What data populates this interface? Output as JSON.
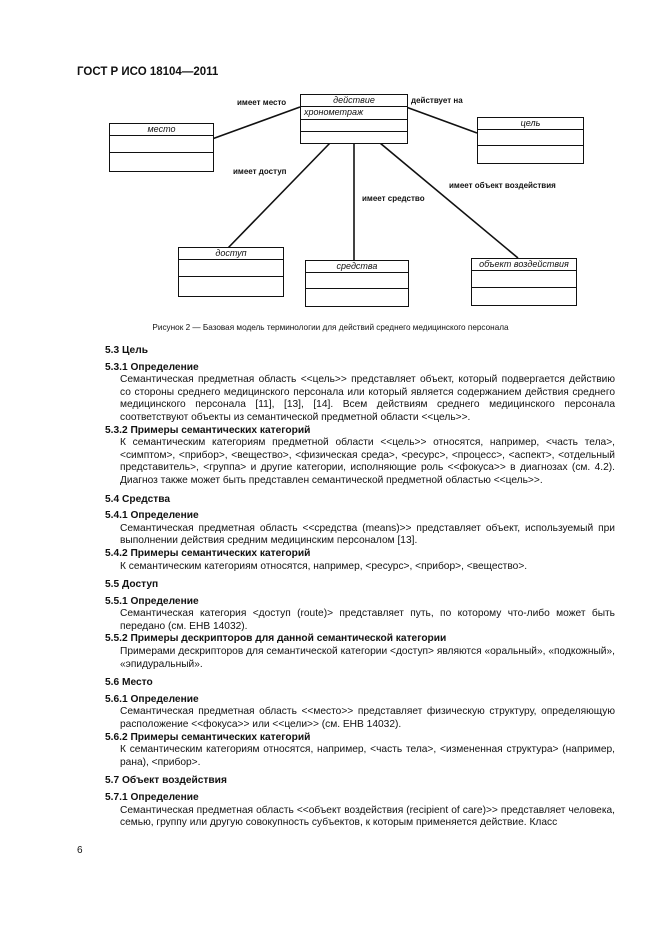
{
  "header": {
    "standard": "ГОСТ Р ИСО 18104—2011"
  },
  "diagram": {
    "action_box": {
      "title": "действие",
      "attribute": "хронометраж"
    },
    "place_box": {
      "title": "место"
    },
    "target_box": {
      "title": "цель"
    },
    "route_box": {
      "title": "доступ"
    },
    "means_box": {
      "title": "средства"
    },
    "recipient_box": {
      "title": "объект воздействия"
    },
    "labels": {
      "has_place": "имеет место",
      "acts_on": "действует на",
      "has_route": "имеет доступ",
      "has_means": "имеет средство",
      "has_recipient": "имеет объект воздействия"
    },
    "caption": "Рисунок 2 — Базовая модель терминологии для действий среднего медицинского персонала"
  },
  "sections": {
    "s53": {
      "heading": "5.3  Цель"
    },
    "s531": {
      "heading": "5.3.1  Определение",
      "body": "Семантическая предметная область <<цель>> представляет объект, который подвергается действию со стороны среднего медицинского персонала или который является содержанием действия среднего медицинского персонала [11], [13], [14]. Всем действиям среднего медицинского персонала соответствуют объекты из семантической предметной области <<цель>>."
    },
    "s532": {
      "heading": "5.3.2  Примеры семантических категорий",
      "body": "К семантическим категориям предметной области <<цель>> относятся, например, <часть тела>, <симптом>, <прибор>, <вещество>, <физическая среда>, <ресурс>, <процесс>, <аспект>, <отдельный представитель>, <группа> и другие категории, исполняющие роль <<фокуса>> в диагнозах (см. 4.2). Диагноз также может быть представлен семантической предметной областью <<цель>>."
    },
    "s54": {
      "heading": "5.4  Средства"
    },
    "s541": {
      "heading": "5.4.1 Определение",
      "body": "Семантическая предметная область <<средства (means)>> представляет объект, используемый при выполнении действия средним медицинским персоналом [13]."
    },
    "s542": {
      "heading": "5.4.2  Примеры семантических категорий",
      "body": "К семантическим категориям относятся, например, <ресурс>, <прибор>, <вещество>."
    },
    "s55": {
      "heading": "5.5  Доступ"
    },
    "s551": {
      "heading": "5.5.1   Определение",
      "body": "Семантическая категория <доступ (route)> представляет путь, по которому что-либо может быть передано (см. ЕНВ 14032)."
    },
    "s552": {
      "heading": "5.5.2  Примеры дескрипторов для данной семантической категории",
      "body": "Примерами дескрипторов для семантической категории <доступ> являются «оральный», «подкожный», «эпидуральный»."
    },
    "s56": {
      "heading": "5.6  Место"
    },
    "s561": {
      "heading": "5.6.1  Определение",
      "body": "Семантическая предметная область <<место>> представляет физическую структуру, определяющую расположение <<фокуса>> или <<цели>> (см. ЕНВ 14032)."
    },
    "s562": {
      "heading": "5.6.2  Примеры семантических категорий",
      "body": "К семантическим категориям относятся, например, <часть тела>, <измененная структура> (например, рана), <прибор>."
    },
    "s57": {
      "heading": "5.7  Объект воздействия"
    },
    "s571": {
      "heading": "5.7.1  Определение",
      "body": "Семантическая предметная область <<объект воздействия (recipient of care)>> представляет человека, семью, группу или другую совокупность субъектов, к которым применяется действие. Класс"
    }
  },
  "page_number": "6"
}
